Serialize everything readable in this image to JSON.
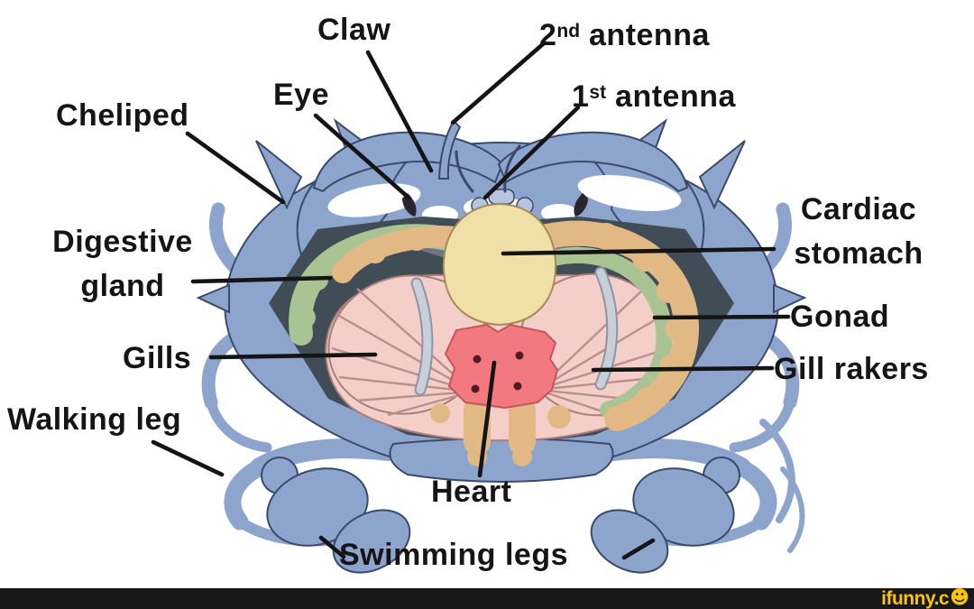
{
  "labels": {
    "claw": {
      "text": "Claw"
    },
    "second_antenna": {
      "base": "2",
      "sup": "nd",
      "rest": " antenna"
    },
    "eye": {
      "text": "Eye"
    },
    "first_antenna": {
      "base": "1",
      "sup": "st",
      "rest": " antenna"
    },
    "cheliped": {
      "text": "Cheliped"
    },
    "cardiac_stomach": {
      "line1": "Cardiac",
      "line2": "stomach"
    },
    "digestive_gland": {
      "line1": "Digestive",
      "line2": "gland"
    },
    "gonad": {
      "text": "Gonad"
    },
    "gills": {
      "text": "Gills"
    },
    "gill_rakers": {
      "text": "Gill rakers"
    },
    "walking_leg": {
      "text": "Walking leg"
    },
    "heart": {
      "text": "Heart"
    },
    "swimming_legs": {
      "text": "Swimming legs"
    }
  },
  "watermark": {
    "brand": "ifunny.c",
    "smiley": "☻"
  },
  "colors": {
    "ink": "#151515",
    "leader": "#141414",
    "shell": "#8DA4CD",
    "shell-dk": "#6E84AF",
    "shell-lt": "#B7C4E0",
    "outline": "#3A4A6B",
    "cavity": "#404C56",
    "cavity-lt": "#6D7680",
    "stomach": "#F0DFA6",
    "stomach-edge": "#A08D58",
    "gonad": "#E2B984",
    "gland": "#A9C492",
    "gill": "#F4CEC9",
    "gill-line": "#BB8F8C",
    "gill-edge": "#A97F7C",
    "heart": "#F2797F",
    "heart-edge": "#C2565C",
    "heart-dot": "#4E1C22",
    "raker": "#C9CFD8",
    "raker-edge": "#8E96A4",
    "eye": "#2A2430",
    "bar": "#181818",
    "brand": "#FCC30B"
  }
}
